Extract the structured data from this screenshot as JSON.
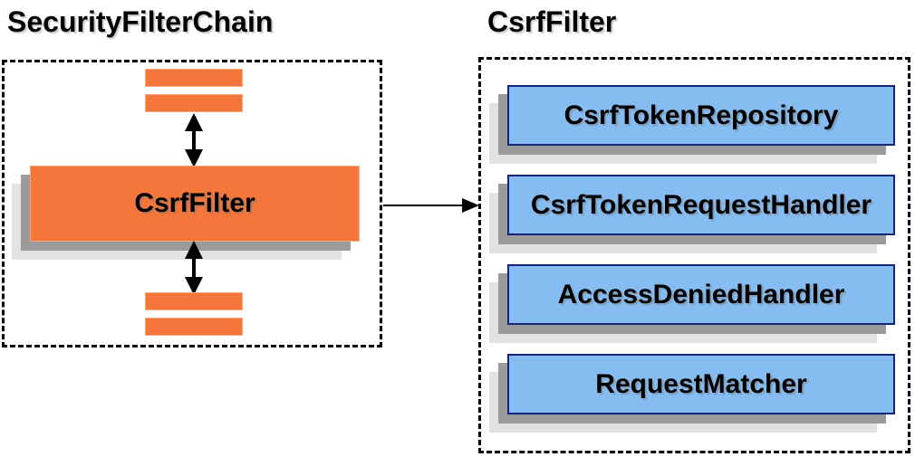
{
  "left_panel": {
    "title": "SecurityFilterChain",
    "filter_box_label": "CsrfFilter"
  },
  "right_panel": {
    "title": "CsrfFilter",
    "components": [
      "CsrfTokenRepository",
      "CsrfTokenRequestHandler",
      "AccessDeniedHandler",
      "RequestMatcher"
    ]
  },
  "icons": {
    "vertical_double_arrow": "double-headed-arrow-icon",
    "connector": "right-arrow-icon"
  },
  "colors": {
    "filter_orange": "#f4763b",
    "orange_border": "#f9a87c",
    "component_blue": "#85bdf2",
    "component_blue_border": "#15257b",
    "shadow_dark": "#9b9b9b",
    "shadow_light": "#e2e2e2",
    "line_black": "#000000",
    "background": "#ffffff"
  }
}
